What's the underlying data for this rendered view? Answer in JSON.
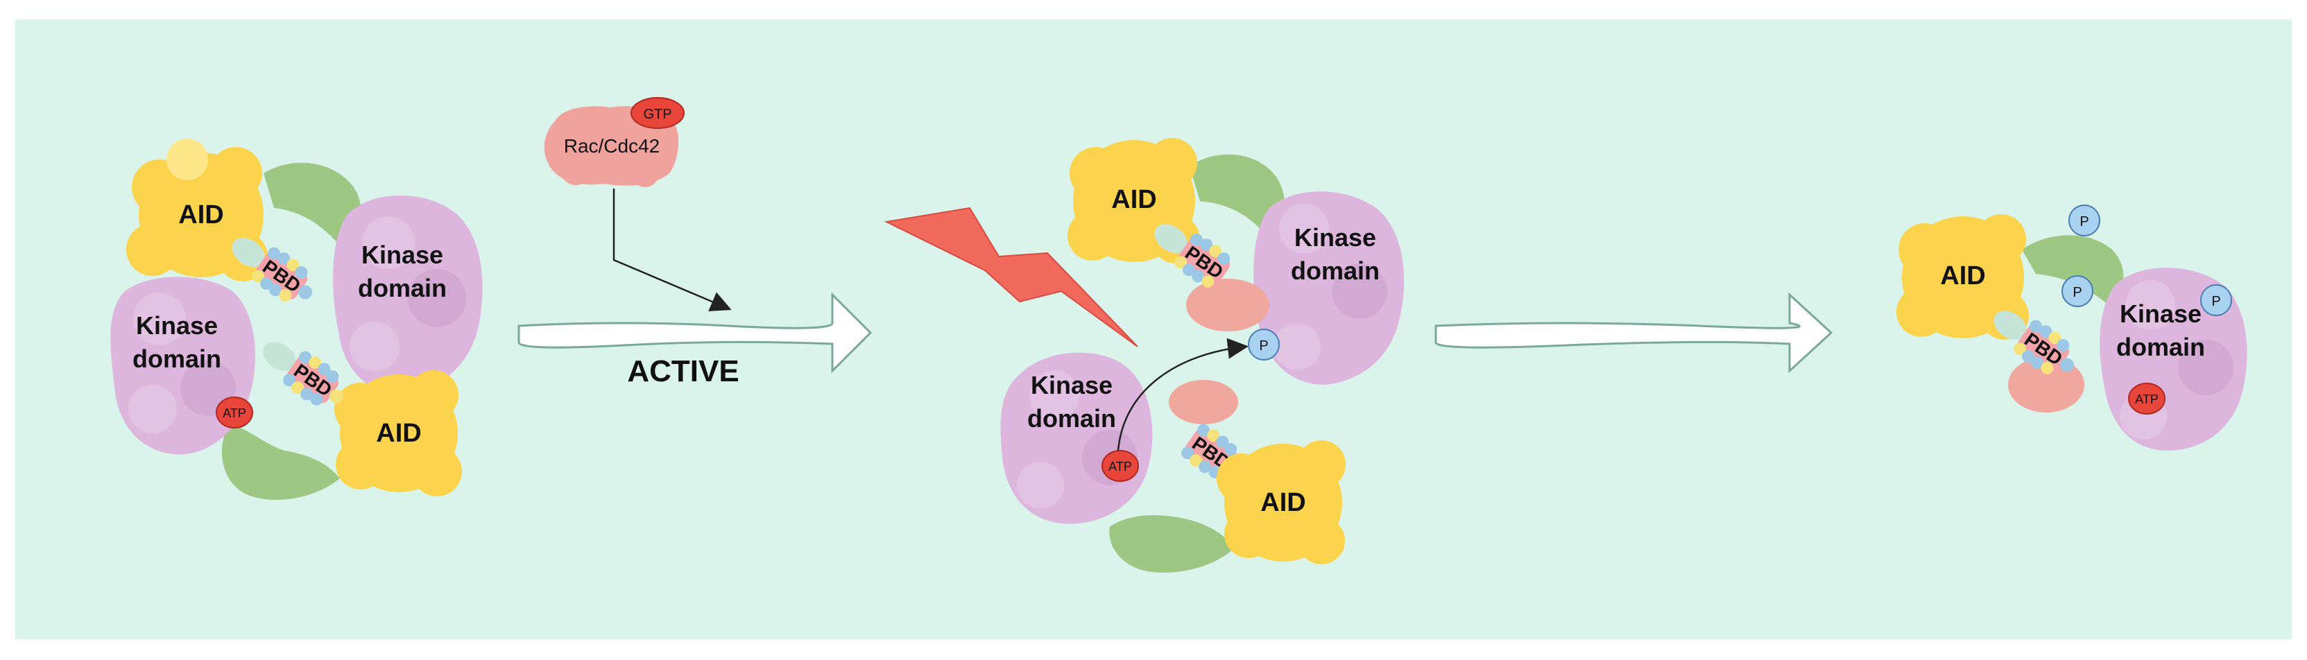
{
  "labels": {
    "aid": "AID",
    "kinase_line1": "Kinase",
    "kinase_line2": "domain",
    "pbd": "PBD",
    "atp": "ATP",
    "gtp": "GTP",
    "p": "P",
    "rac": "Rac/Cdc42",
    "active": "ACTIVE"
  },
  "colors": {
    "background": "#daf4ec",
    "aid": "#fcd34d",
    "aid_stroke": "#f2bb1e",
    "kinase": "#dcb6dc",
    "kinase_dark": "#c79ac9",
    "hinge": "#9dc783",
    "pbd_pink": "#f4a3a8",
    "pbd_blue": "#9cc8e6",
    "pbd_yellow": "#f5e27a",
    "atp": "#e8463b",
    "gtp": "#e8463b",
    "rac": "#efa39c",
    "p_fill": "#a9d1f0",
    "bolt": "#f26a5e",
    "arrow_fill": "#ffffff"
  },
  "icons": [
    "lightning-bolt-icon",
    "block-arrow-icon",
    "phosphate-icon",
    "atp-icon",
    "gtp-icon"
  ]
}
